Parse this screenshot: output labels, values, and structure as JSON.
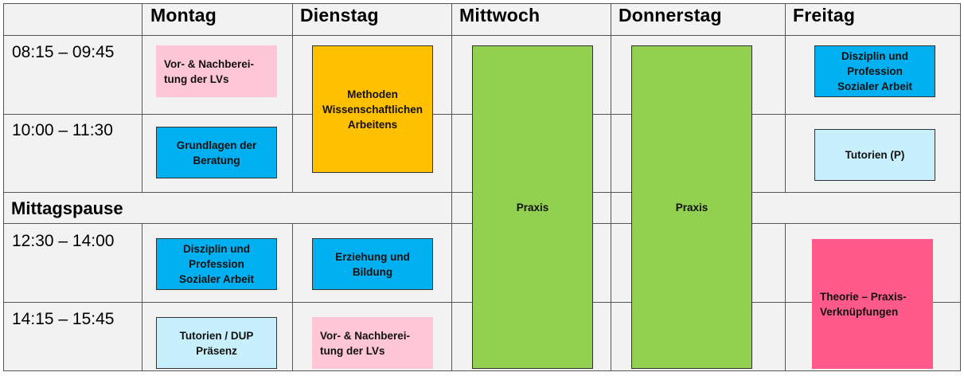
{
  "days": [
    "Montag",
    "Dienstag",
    "Mittwoch",
    "Donnerstag",
    "Freitag"
  ],
  "times": [
    "08:15 – 09:45",
    "10:00 – 11:30",
    "12:30 – 14:00",
    "14:15 – 15:45"
  ],
  "pause_label": "Mittagspause",
  "events": {
    "mo1": "Vor- & Nachberei-\ntung der LVs",
    "mo2": "Grundlagen der\nBeratung",
    "mo3": "Disziplin und\nProfession\nSozialer Arbeit",
    "mo4": "Tutorien / DUP\nPräsenz",
    "di1": "Methoden\nWissenschaftlichen\nArbeitens",
    "di3": "Erziehung und\nBildung",
    "di4": "Vor- & Nachberei-\ntung der LVs",
    "mi": "Praxis",
    "do": "Praxis",
    "fr1": "Disziplin und\nProfession\nSozialer Arbeit",
    "fr2": "Tutorien (P)",
    "fr3": "Theorie – Praxis-\nVerknüpfungen"
  },
  "colors": {
    "pink_light": "#ffc7d5",
    "blue": "#00b0f0",
    "light_cyan": "#c8f0fc",
    "orange": "#ffc000",
    "green": "#92d050",
    "hot_pink": "#ff5a8a"
  }
}
